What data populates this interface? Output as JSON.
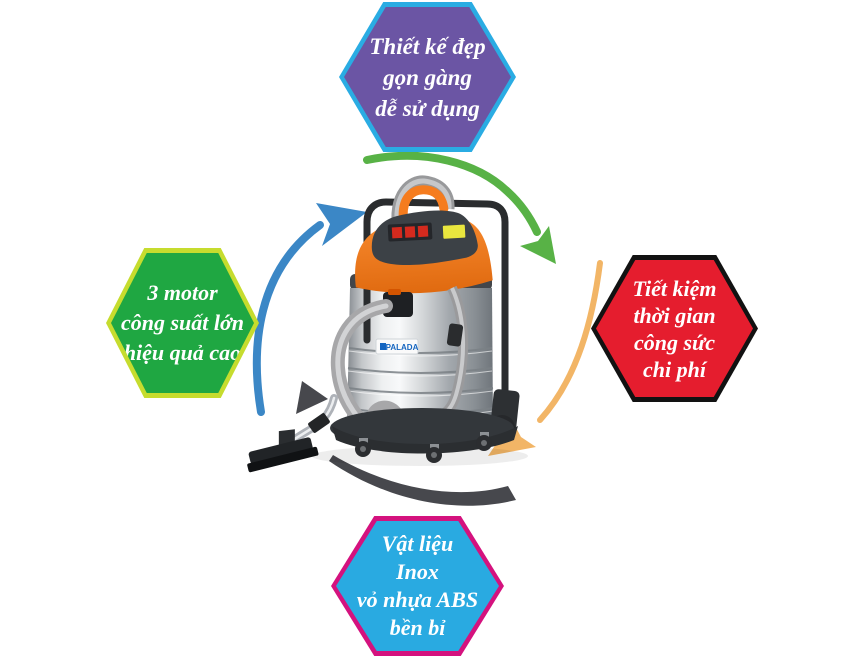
{
  "title": "Vacuum cleaner feature infographic",
  "hexagons": {
    "top": {
      "name": "design",
      "lines": [
        "Thiết kế đẹp",
        "gọn gàng",
        "dễ sử dụng"
      ],
      "fill": "#6B55A4",
      "border": "#2AACE3"
    },
    "left": {
      "name": "power",
      "lines": [
        "3 motor",
        "công suất lớn",
        "hiệu quả cao"
      ],
      "fill": "#1FA742",
      "border": "#C6DC2E"
    },
    "right": {
      "name": "saving",
      "lines": [
        "Tiết kiệm",
        "thời gian",
        "công sức",
        "chi phí"
      ],
      "fill": "#E51D2E",
      "border": "#121212"
    },
    "bottom": {
      "name": "material",
      "lines": [
        "Vật liệu",
        "Inox",
        "vỏ nhựa ABS",
        "bền bỉ"
      ],
      "fill": "#29AAE1",
      "border": "#D4127E"
    }
  },
  "vacuum": {
    "brand_label": "PALADA"
  },
  "colors": {
    "background": "#FFFFFF",
    "arrow_blue": "#3B87C6",
    "arrow_green": "#58B246",
    "arrow_orange": "#F2B566",
    "arrow_dark": "#47484D",
    "vacuum_orange": "#F57C1E",
    "vacuum_dark": "#3C4146",
    "brand_blue": "#1565C0",
    "switch_red": "#D42A1E",
    "label_yellow": "#E9E63E"
  }
}
